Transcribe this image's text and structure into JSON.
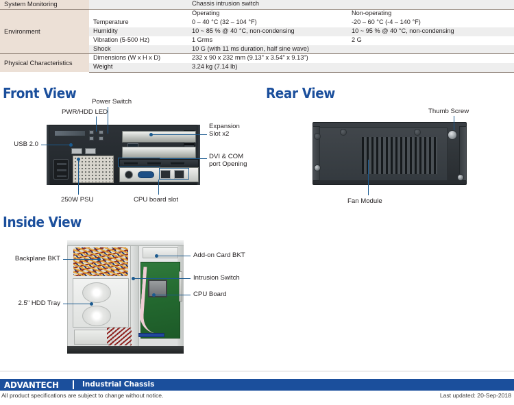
{
  "spec_table": {
    "rows": [
      {
        "category": "System Monitoring",
        "item": "",
        "operating": "Chassis intrusion switch",
        "nonoperating": ""
      },
      {
        "category": "Environment",
        "item": "",
        "operating": "Operating",
        "nonoperating": "Non-operating"
      },
      {
        "category": "",
        "item": "Temperature",
        "operating": "0 – 40 °C (32 – 104 °F)",
        "nonoperating": "-20 – 60 °C (-4 – 140 °F)"
      },
      {
        "category": "",
        "item": "Humidity",
        "operating": "10 ~ 85 % @ 40 °C, non-condensing",
        "nonoperating": "10 ~ 95 % @ 40 °C, non-condensing"
      },
      {
        "category": "",
        "item": "Vibration (5-500 Hz)",
        "operating": "1 Grms",
        "nonoperating": "2 G"
      },
      {
        "category": "",
        "item": "Shock",
        "operating": "10 G (with 11 ms duration, half sine wave)",
        "nonoperating": ""
      },
      {
        "category": "Physical Characteristics",
        "item": "Dimensions (W x H x D)",
        "operating": "232 x 90 x 232 mm (9.13\" x 3.54\" x 9.13\")",
        "nonoperating": ""
      },
      {
        "category": "",
        "item": "Weight",
        "operating": "3.24 kg (7.14 lb)",
        "nonoperating": ""
      }
    ]
  },
  "sections": {
    "front_view": {
      "heading": "Front View"
    },
    "rear_view": {
      "heading": "Rear View"
    },
    "inside_view": {
      "heading": "Inside View"
    }
  },
  "front_view_labels": {
    "power_switch": "Power Switch",
    "pwr_hdd_led": "PWR/HDD LED",
    "usb": "USB 2.0",
    "expansion_slot_line1": "Expansion",
    "expansion_slot_line2": "Slot x2",
    "dvi_com_line1": "DVI & COM",
    "dvi_com_line2": "port Opening",
    "psu": "250W PSU",
    "cpu_board_slot": "CPU board slot"
  },
  "rear_view_labels": {
    "thumb_screw": "Thumb Screw",
    "fan_module": "Fan Module"
  },
  "inside_view_labels": {
    "backplane_bkt": "Backplane BKT",
    "hdd_tray": "2.5\" HDD Tray",
    "addon_card_bkt": "Add-on Card BKT",
    "intrusion_switch": "Intrusion Switch",
    "cpu_board": "CPU Board"
  },
  "footer": {
    "logo": "ADVANTECH",
    "title": "Industrial Chassis",
    "note": "All product specifications are subject to change without notice.",
    "last_updated": "Last updated: 20-Sep-2018"
  },
  "colors": {
    "brand_blue": "#1b4f9c",
    "leader_blue": "#1b5a8f",
    "category_beige": "#ece0d6",
    "row_grey": "#eeeeee"
  }
}
